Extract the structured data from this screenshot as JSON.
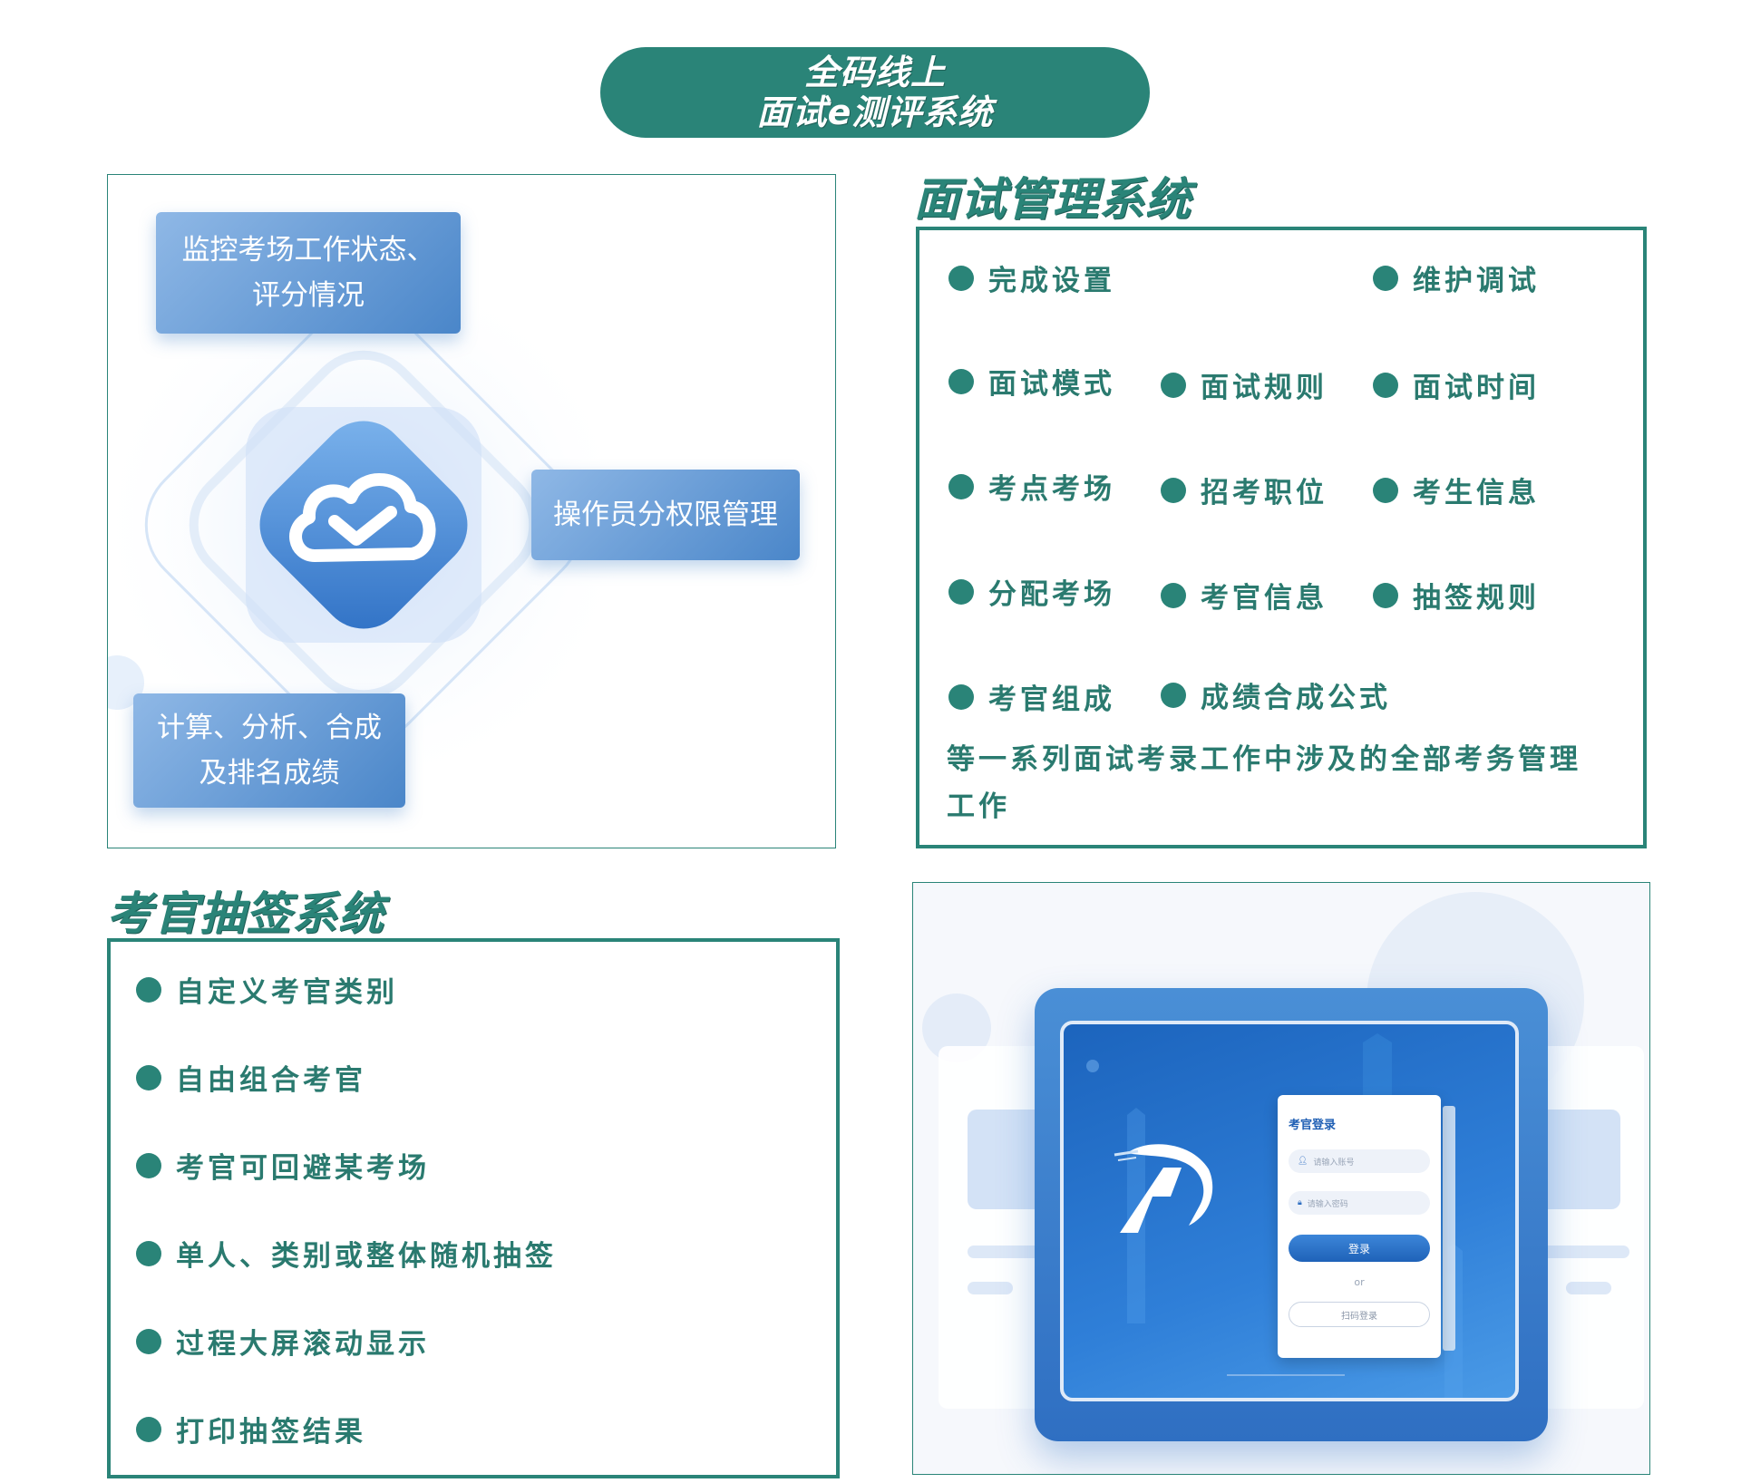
{
  "header": {
    "line1": "全码线上",
    "line2": "面试e测评系统"
  },
  "diagram": {
    "box_monitor": {
      "line1": "监控考场工作状态、",
      "line2": "评分情况"
    },
    "box_operator": "操作员分权限管理",
    "box_compute": {
      "line1": "计算、分析、合成",
      "line2": "及排名成绩"
    },
    "logo_icon": "cloud-check-icon"
  },
  "management": {
    "title": "面试管理系统",
    "items": [
      "完成设置",
      "维护调试",
      "面试模式",
      "面试规则",
      "面试时间",
      "考点考场",
      "招考职位",
      "考生信息",
      "分配考场",
      "考官信息",
      "抽签规则",
      "考官组成",
      "成绩合成公式"
    ],
    "summary": "等一系列面试考录工作中涉及的全部考务管理工作"
  },
  "draw": {
    "title": "考官抽签系统",
    "items": [
      "自定义考官类别",
      "自由组合考官",
      "考官可回避某考场",
      "单人、类别或整体随机抽签",
      "过程大屏滚动显示",
      "打印抽签结果"
    ]
  },
  "login_mock": {
    "title": "考官登录",
    "account_placeholder": "请输入账号",
    "password_placeholder": "请输入密码",
    "login_button": "登录",
    "or_text": "or",
    "scan_button": "扫码登录"
  },
  "colors": {
    "accent": "#2a8478",
    "blue": "#3a7fd0"
  }
}
